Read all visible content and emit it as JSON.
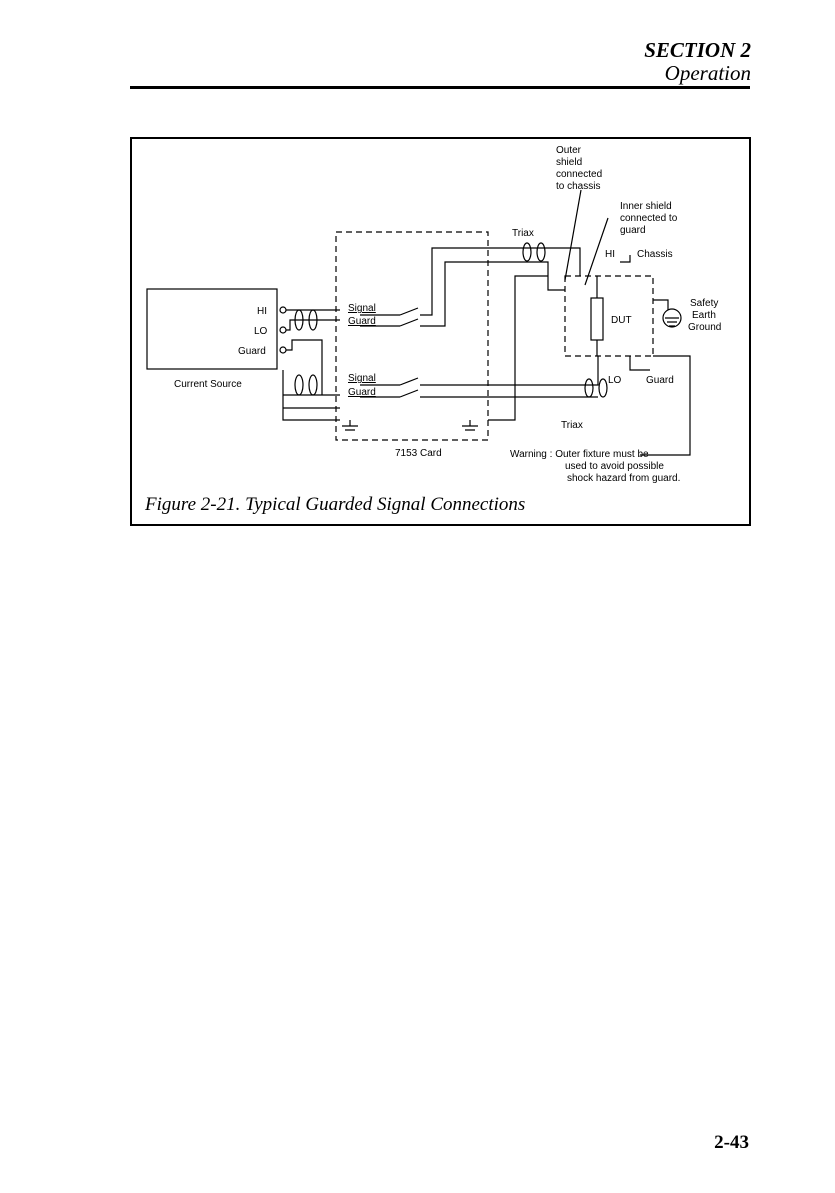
{
  "header": {
    "section": "SECTION 2",
    "subtitle": "Operation"
  },
  "figure": {
    "caption": "Figure 2-21. Typical Guarded Signal Connections",
    "labels": {
      "outer_shield": [
        "Outer",
        "shield",
        "connected",
        "to chassis"
      ],
      "inner_shield": [
        "Inner shield",
        "connected to",
        "guard"
      ],
      "triax_top": "Triax",
      "triax_bottom": "Triax",
      "hi_top": "HI",
      "chassis": "Chassis",
      "safety": [
        "Safety",
        "Earth",
        "Ground"
      ],
      "dut": "DUT",
      "lo": "LO",
      "guard_right": "Guard",
      "source_hi": "HI",
      "source_lo": "LO",
      "source_guard": "Guard",
      "current_source": "Current Source",
      "signal_top": "Signal",
      "guard_top": "Guard",
      "signal_bottom": "Signal",
      "guard_bottom": "Guard",
      "card": "7153 Card",
      "warning": [
        "Warning : Outer fixture must be",
        "used to avoid possible",
        "shock hazard from guard."
      ]
    }
  },
  "page_number": "2-43"
}
